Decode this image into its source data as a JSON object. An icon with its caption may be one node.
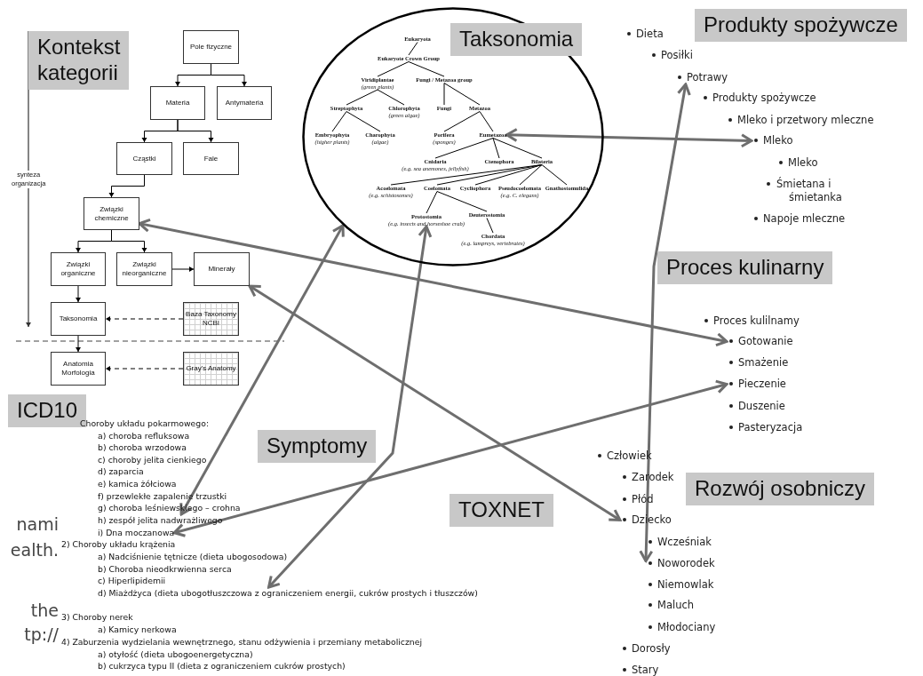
{
  "diagram": {
    "nodes": [
      {
        "text": [
          "Kontekst kategorii"
        ]
      },
      {
        "text": [
          "Pole fizyczne"
        ]
      },
      {
        "text": [
          "Materia"
        ]
      },
      {
        "text": [
          "Antymateria"
        ]
      },
      {
        "text": [
          "Cząstki"
        ]
      },
      {
        "text": [
          "Fale"
        ]
      },
      {
        "text": [
          "Związki chemiczne"
        ]
      },
      {
        "text": [
          "Związki organiczne"
        ]
      },
      {
        "text": [
          "Związki nieorganiczne"
        ]
      },
      {
        "text": [
          "Minerały"
        ]
      },
      {
        "text": [
          "Taksonomia"
        ]
      },
      {
        "text": [
          "Baza Taxonomy NCBI"
        ]
      },
      {
        "text": [
          "Anatomia Morfologia"
        ]
      },
      {
        "text": [
          "Gray's Anatomy"
        ]
      },
      {
        "text": [],
        "shape": "circle"
      },
      {
        "text": [
          "Taksonomia"
        ],
        "in": 14
      },
      {
        "text": [
          "Eukaryota"
        ],
        "in": 14
      },
      {
        "text": [
          "Eukaryote Crown Group"
        ],
        "in": 14
      },
      {
        "text": [
          "Viridiplantae",
          "(green plants)"
        ],
        "in": 14
      },
      {
        "text": [
          "Fungi / Metazoa group"
        ],
        "in": 14
      },
      {
        "text": [
          "Streptophyta"
        ],
        "in": 14
      },
      {
        "text": [
          "Chlorophyta",
          "(green algae)"
        ],
        "in": 14
      },
      {
        "text": [
          "Fungi"
        ],
        "in": 14
      },
      {
        "text": [
          "Metazoa"
        ],
        "in": 14
      },
      {
        "text": [
          "Embryophyta",
          "(higher plants)"
        ],
        "in": 14
      },
      {
        "text": [
          "Charophyta",
          "(algae)"
        ],
        "in": 14
      },
      {
        "text": [
          "Porifera",
          "(sponges)"
        ],
        "in": 14
      },
      {
        "text": [
          "Eumetazoa"
        ],
        "in": 14
      },
      {
        "text": [
          "Cnidaria",
          "(e.g. sea anemones, jellyfish)"
        ],
        "in": 14
      },
      {
        "text": [
          "Ctenophora"
        ],
        "in": 14
      },
      {
        "text": [
          "Bilateria"
        ],
        "in": 14
      },
      {
        "text": [
          "Acoelomata",
          "(e.g. schistosomes)"
        ],
        "in": 14
      },
      {
        "text": [
          "Coelomata"
        ],
        "in": 14
      },
      {
        "text": [
          "Cycliophora"
        ],
        "in": 14
      },
      {
        "text": [
          "Pseudocoelomata",
          "(e.g. C. elegans)"
        ],
        "in": 14
      },
      {
        "text": [
          "Gnathostomulida"
        ],
        "in": 14
      },
      {
        "text": [
          "Protostomia",
          "(e.g. insects and horseshoe crab)"
        ],
        "in": 14
      },
      {
        "text": [
          "Deuterostomia"
        ],
        "in": 14
      },
      {
        "text": [
          "Chordata",
          "(e.g. lampreys, vertebrates)"
        ],
        "in": 14
      },
      {
        "text": [
          "Produkty spożywcze"
        ]
      },
      {
        "text": [
          "Dieta"
        ]
      },
      {
        "text": [
          "Posiłki"
        ]
      },
      {
        "text": [
          "Potrawy"
        ]
      },
      {
        "text": [
          "Produkty spożywcze"
        ]
      },
      {
        "text": [
          "Mleko i przetwory mleczne"
        ]
      },
      {
        "text": [
          "Mleko"
        ]
      },
      {
        "text": [
          "Mleko"
        ]
      },
      {
        "text": [
          "Śmietana i śmietanka"
        ]
      },
      {
        "text": [
          "Napoje mleczne"
        ]
      },
      {
        "text": [
          "Proces kulinarny"
        ]
      },
      {
        "text": [
          "Proces kulilnamy"
        ]
      },
      {
        "text": [
          "Gotowanie"
        ]
      },
      {
        "text": [
          "Smażenie"
        ]
      },
      {
        "text": [
          "Pieczenie"
        ]
      },
      {
        "text": [
          "Duszenie"
        ]
      },
      {
        "text": [
          "Pasteryzacja"
        ]
      },
      {
        "text": [
          "ICD10"
        ]
      },
      {
        "text": [
          "Symptomy"
        ]
      },
      {
        "text": [
          "TOXNET"
        ]
      },
      {
        "text": [
          "Rozwój osobniczy"
        ]
      },
      {
        "text": [
          "Choroby układu pokarmowego:"
        ]
      },
      {
        "text": [
          "a) choroba refluksowa"
        ]
      },
      {
        "text": [
          "b) choroba wrzodowa"
        ]
      },
      {
        "text": [
          "c) choroby jelita cienkiego"
        ]
      },
      {
        "text": [
          "d) zaparcia"
        ]
      },
      {
        "text": [
          "e) kamica żółciowa"
        ]
      },
      {
        "text": [
          "f) przewlekłe zapalenie trzustki"
        ]
      },
      {
        "text": [
          "g) choroba leśniewskiego – crohna"
        ]
      },
      {
        "text": [
          "h) zespół jelita nadwrażliwego"
        ]
      },
      {
        "text": [
          "i) Dna moczanowa"
        ]
      },
      {
        "text": [
          "2) Choroby układu krążenia"
        ]
      },
      {
        "text": [
          "a) Nadciśnienie tętnicze (dieta ubogosodowa)"
        ]
      },
      {
        "text": [
          "b) Choroba nieodkrwienna serca"
        ]
      },
      {
        "text": [
          "c) Hiperlipidemii"
        ]
      },
      {
        "text": [
          "d) Miażdżyca (dieta ubogotłuszczowa z ograniczeniem energii, cukrów prostych i tłuszczów)"
        ]
      },
      {
        "text": [
          "3) Choroby nerek"
        ]
      },
      {
        "text": [
          "a) Kamicy nerkowa"
        ]
      },
      {
        "text": [
          "4) Zaburzenia wydzielania wewnętrznego, stanu odżywienia i przemiany metabolicznej"
        ]
      },
      {
        "text": [
          "a) otyłość (dieta ubogoenergetyczna)"
        ]
      },
      {
        "text": [
          "b) cukrzyca typu II (dieta z ograniczeniem cukrów prostych)"
        ]
      },
      {
        "text": [
          "Człowiek"
        ]
      },
      {
        "text": [
          "Zarodek"
        ]
      },
      {
        "text": [
          "Płód"
        ]
      },
      {
        "text": [
          "Dziecko"
        ]
      },
      {
        "text": [
          "Wcześniak"
        ]
      },
      {
        "text": [
          "Noworodek"
        ]
      },
      {
        "text": [
          "Niemowlak"
        ]
      },
      {
        "text": [
          "Maluch"
        ]
      },
      {
        "text": [
          "Młodociany"
        ]
      },
      {
        "text": [
          "Dorosły"
        ]
      },
      {
        "text": [
          "Stary"
        ]
      }
    ],
    "edges": [
      {
        "from": 1,
        "to": 2,
        "arrow": "to"
      },
      {
        "from": 1,
        "to": 3,
        "arrow": "to"
      },
      {
        "from": 2,
        "to": 4,
        "arrow": "to"
      },
      {
        "from": 2,
        "to": 5,
        "arrow": "to"
      },
      {
        "from": 4,
        "to": 6,
        "arrow": "to"
      },
      {
        "from": 6,
        "to": 7,
        "arrow": "to"
      },
      {
        "from": 6,
        "to": 8,
        "arrow": "to"
      },
      {
        "from": 8,
        "to": 9,
        "arrow": "to"
      },
      {
        "from": 7,
        "to": 10,
        "arrow": "to"
      },
      {
        "from": 11,
        "to": 10,
        "arrow": "to",
        "style": "dashed"
      },
      {
        "from": 10,
        "to": 12,
        "arrow": "to"
      },
      {
        "from": 13,
        "to": 12,
        "arrow": "to",
        "style": "dashed"
      },
      {
        "from": 16,
        "to": 17,
        "arrow": "none"
      },
      {
        "from": 17,
        "to": 18,
        "arrow": "none"
      },
      {
        "from": 17,
        "to": 19,
        "arrow": "none"
      },
      {
        "from": 18,
        "to": 20,
        "arrow": "none"
      },
      {
        "from": 18,
        "to": 21,
        "arrow": "none"
      },
      {
        "from": 19,
        "to": 22,
        "arrow": "none"
      },
      {
        "from": 19,
        "to": 23,
        "arrow": "none"
      },
      {
        "from": 20,
        "to": 24,
        "arrow": "none"
      },
      {
        "from": 20,
        "to": 25,
        "arrow": "none"
      },
      {
        "from": 23,
        "to": 26,
        "arrow": "none"
      },
      {
        "from": 23,
        "to": 27,
        "arrow": "none"
      },
      {
        "from": 27,
        "to": 28,
        "arrow": "none"
      },
      {
        "from": 27,
        "to": 29,
        "arrow": "none"
      },
      {
        "from": 27,
        "to": 30,
        "arrow": "none"
      },
      {
        "from": 30,
        "to": 31,
        "arrow": "none"
      },
      {
        "from": 30,
        "to": 32,
        "arrow": "none"
      },
      {
        "from": 30,
        "to": 33,
        "arrow": "none"
      },
      {
        "from": 30,
        "to": 34,
        "arrow": "none"
      },
      {
        "from": 30,
        "to": 35,
        "arrow": "none"
      },
      {
        "from": 32,
        "to": 36,
        "arrow": "none"
      },
      {
        "from": 32,
        "to": 37,
        "arrow": "none"
      },
      {
        "from": 37,
        "to": 38,
        "arrow": "none"
      },
      {
        "from": 6,
        "to": 51,
        "arrow": "both",
        "style": "thick",
        "color": "#6e6e6e"
      },
      {
        "from": 9,
        "to": 83,
        "arrow": "both",
        "style": "thick",
        "color": "#6e6e6e"
      },
      {
        "from": 27,
        "to": 45,
        "arrow": "both",
        "style": "thick",
        "color": "#6e6e6e"
      },
      {
        "from": 42,
        "to": 85,
        "arrow": "both",
        "style": "thick",
        "color": "#6e6e6e"
      },
      {
        "from": 14,
        "to": 68,
        "arrow": "both",
        "style": "thick",
        "color": "#6e6e6e"
      },
      {
        "from": 36,
        "to": 74,
        "arrow": "both",
        "style": "thick",
        "color": "#6e6e6e"
      },
      {
        "from": 53,
        "to": 69,
        "arrow": "both",
        "style": "thick",
        "color": "#6e6e6e"
      }
    ],
    "labels": [
      "synteza organizacja",
      "nami",
      "ealth.",
      "the",
      "tp://"
    ]
  }
}
